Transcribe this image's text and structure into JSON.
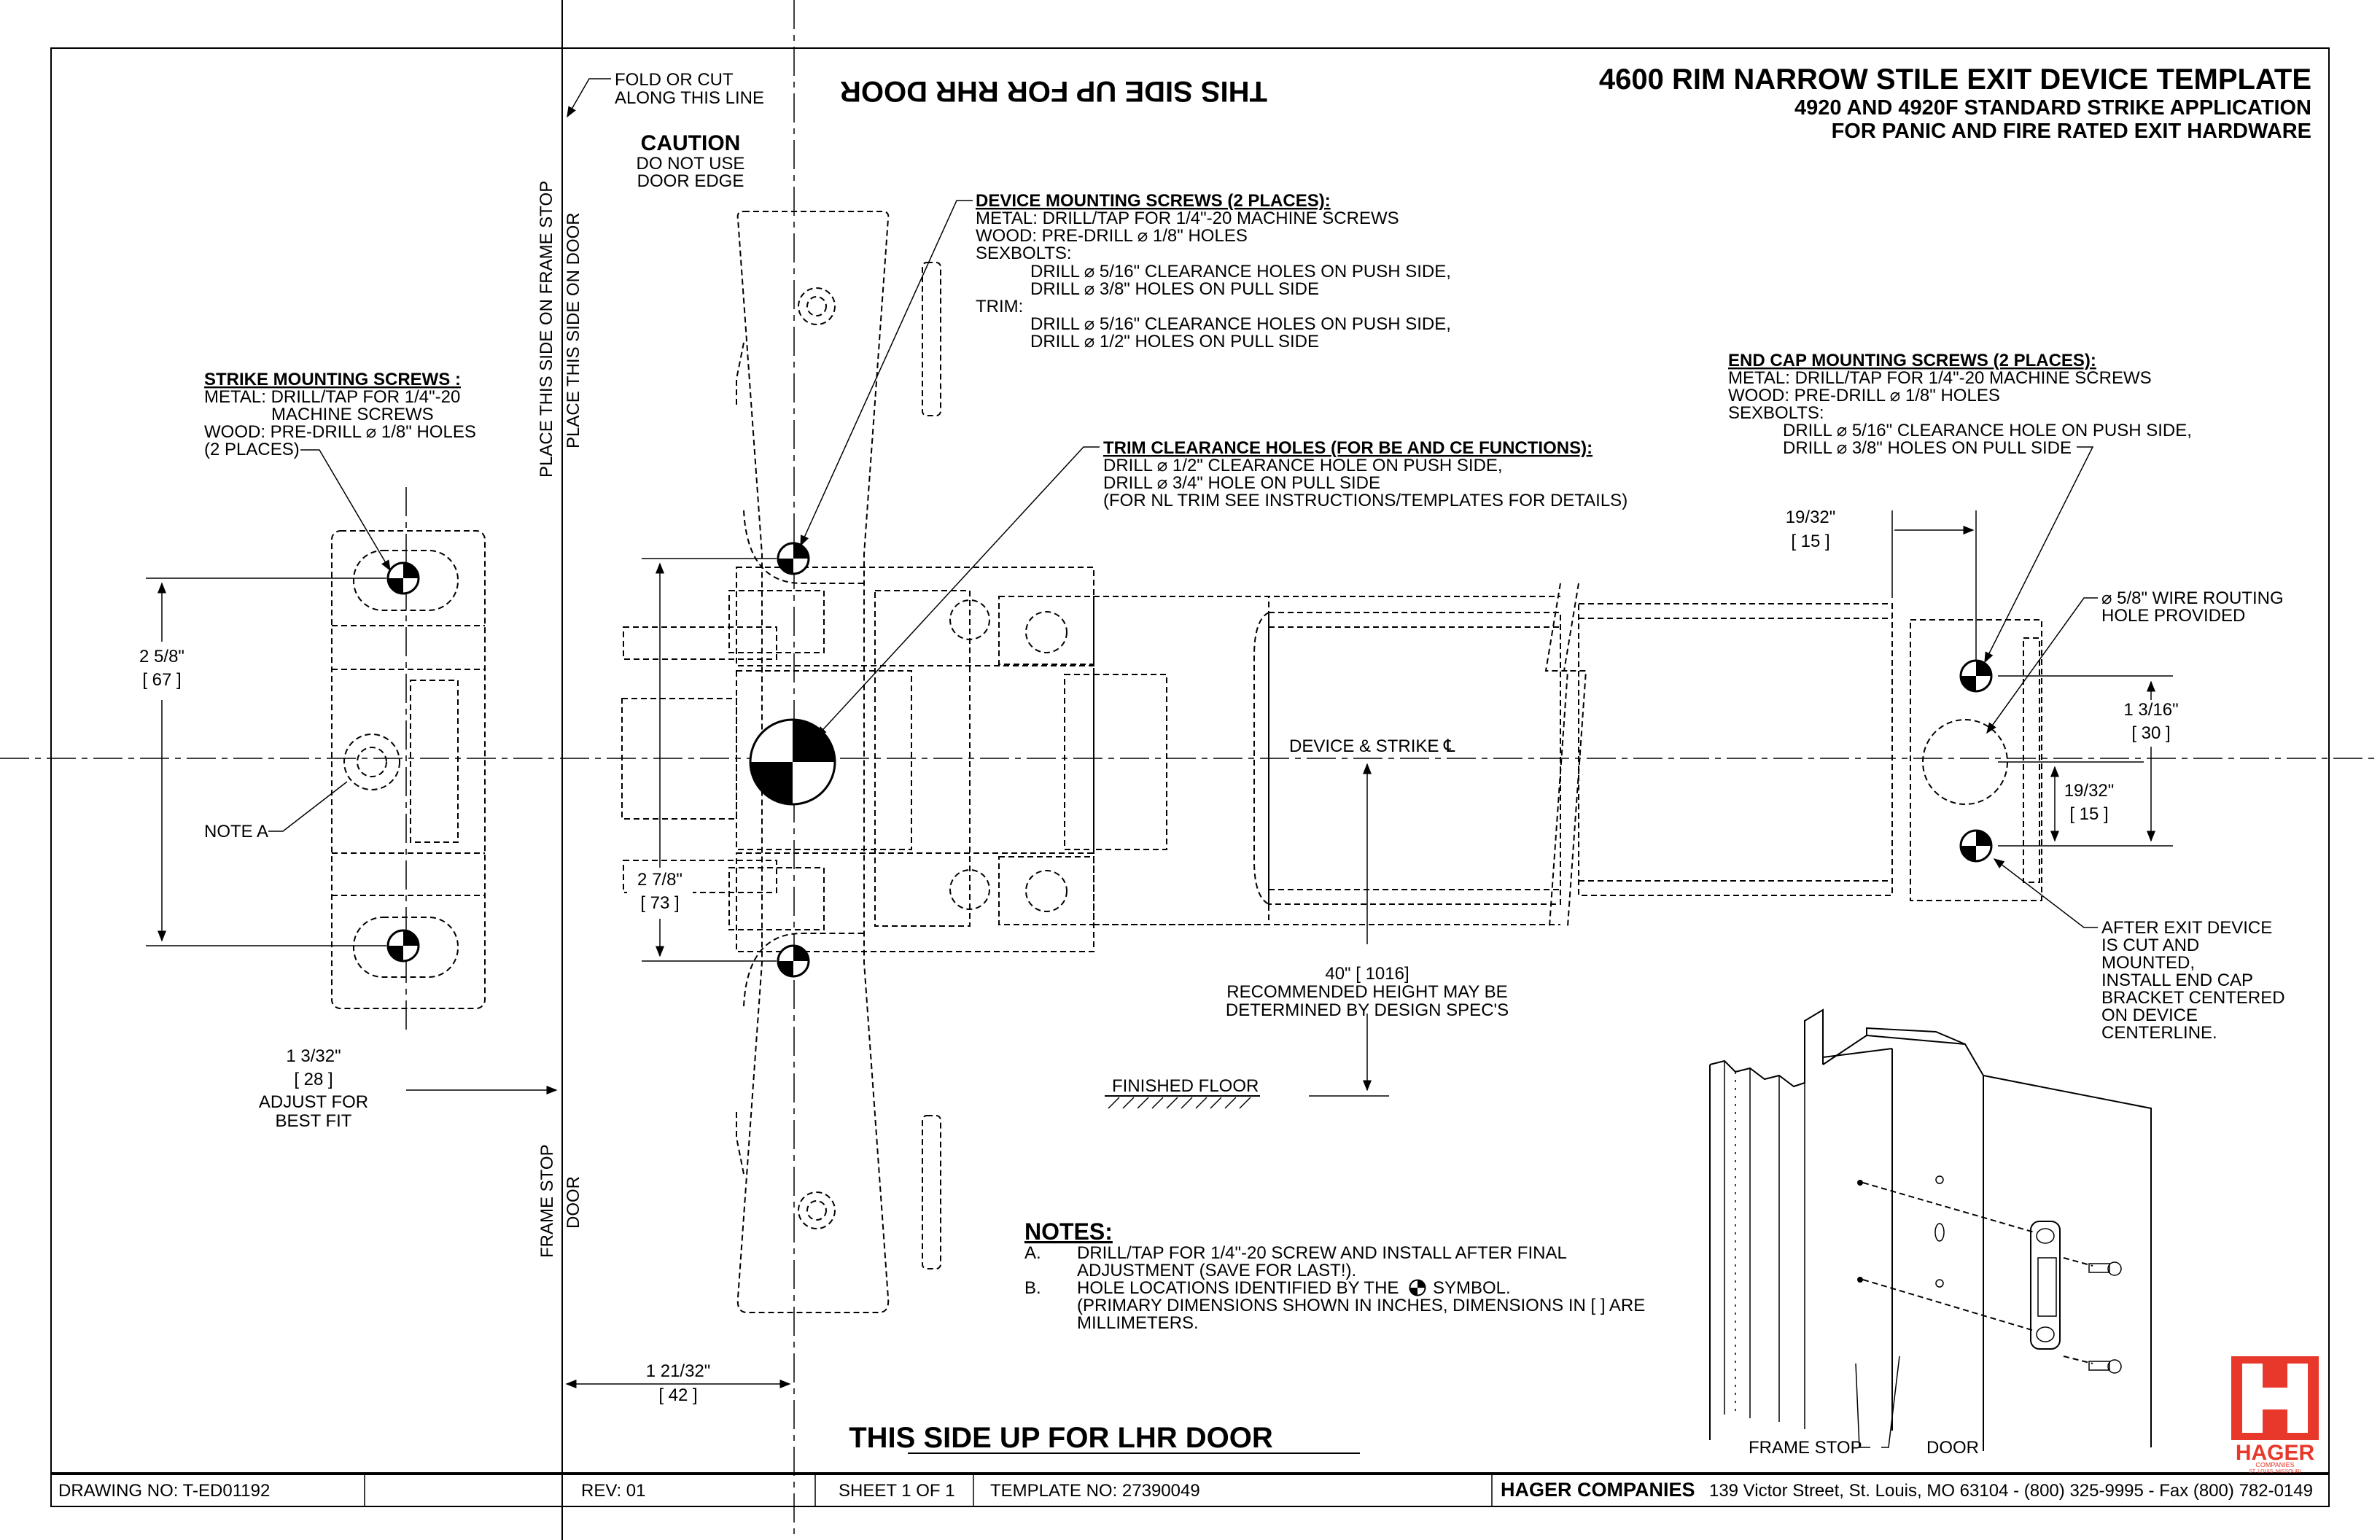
{
  "title": {
    "line1": "4600 RIM NARROW STILE EXIT DEVICE TEMPLATE",
    "line2": "4920 AND 4920F STANDARD STRIKE APPLICATION",
    "line3": "FOR PANIC AND FIRE RATED EXIT HARDWARE"
  },
  "fold": {
    "line1": "FOLD OR CUT",
    "line2": "ALONG THIS LINE"
  },
  "caution": {
    "heading": "CAUTION",
    "line1": "DO NOT USE",
    "line2": "DOOR EDGE"
  },
  "top_banner": "THIS SIDE UP FOR RHR DOOR",
  "bottom_banner": "THIS SIDE UP FOR LHR DOOR",
  "vertical": {
    "frame_stop_side": "PLACE THIS SIDE ON FRAME STOP",
    "door_side": "PLACE THIS SIDE ON DOOR",
    "frame_stop": "FRAME STOP",
    "door": "DOOR"
  },
  "strike_screws": {
    "heading": "STRIKE MOUNTING SCREWS :",
    "lines": [
      "METAL: DRILL/TAP FOR 1/4\"-20",
      "MACHINE SCREWS",
      "WOOD: PRE-DRILL ⌀ 1/8\" HOLES",
      "(2 PLACES)"
    ]
  },
  "device_screws": {
    "heading": "DEVICE MOUNTING SCREWS (2 PLACES):",
    "lines": [
      "METAL: DRILL/TAP FOR 1/4\"-20 MACHINE SCREWS",
      "WOOD: PRE-DRILL ⌀ 1/8\" HOLES",
      "SEXBOLTS:",
      "DRILL ⌀ 5/16\" CLEARANCE HOLES ON PUSH SIDE,",
      "DRILL ⌀ 3/8\" HOLES ON PULL SIDE",
      "TRIM:",
      "DRILL ⌀ 5/16\" CLEARANCE HOLES ON PUSH SIDE,",
      "DRILL ⌀ 1/2\" HOLES ON PULL SIDE"
    ]
  },
  "trim_holes": {
    "heading": "TRIM CLEARANCE HOLES (FOR BE AND CE FUNCTIONS):",
    "lines": [
      "DRILL ⌀ 1/2\" CLEARANCE HOLE ON PUSH SIDE,",
      "DRILL ⌀ 3/4\" HOLE ON PULL SIDE",
      "(FOR NL TRIM SEE INSTRUCTIONS/TEMPLATES FOR DETAILS)"
    ]
  },
  "end_cap_screws": {
    "heading": "END CAP MOUNTING SCREWS (2 PLACES):",
    "lines": [
      "METAL: DRILL/TAP FOR 1/4\"-20 MACHINE SCREWS",
      "WOOD: PRE-DRILL ⌀ 1/8\" HOLES",
      "SEXBOLTS:",
      "DRILL ⌀ 5/16\" CLEARANCE HOLE ON PUSH SIDE,",
      "DRILL ⌀ 3/8\" HOLES ON PULL SIDE"
    ]
  },
  "wire_hole": {
    "line1": "⌀ 5/8\" WIRE ROUTING",
    "line2": "HOLE PROVIDED"
  },
  "after_exit": [
    "AFTER EXIT DEVICE",
    "IS CUT AND",
    "MOUNTED,",
    "INSTALL END CAP",
    "BRACKET CENTERED",
    "ON DEVICE",
    "CENTERLINE."
  ],
  "device_strike_cl": "DEVICE & STRIKE ℄",
  "note_a": "NOTE A",
  "height": {
    "line1": "40\" [ 1016]",
    "line2": "RECOMMENDED HEIGHT MAY BE",
    "line3": "DETERMINED BY DESIGN SPEC'S"
  },
  "finished_floor": "FINISHED FLOOR",
  "dims": {
    "d2_5_8": "2 5/8\"",
    "d2_5_8_mm": "[ 67 ]",
    "d2_7_8": "2 7/8\"",
    "d2_7_8_mm": "[ 73 ]",
    "d1_3_32": "1 3/32\"",
    "d1_3_32_mm": "[ 28 ]",
    "adjust1": "ADJUST FOR",
    "adjust2": "BEST FIT",
    "d1_21_32": "1 21/32\"",
    "d1_21_32_mm": "[ 42 ]",
    "d19_32a": "19/32\"",
    "d19_32a_mm": "[ 15 ]",
    "d1_3_16": "1 3/16\"",
    "d1_3_16_mm": "[ 30 ]",
    "d19_32b": "19/32\"",
    "d19_32b_mm": "[ 15 ]"
  },
  "notes": {
    "heading": "NOTES:",
    "a_label": "A.",
    "a_lines": [
      "DRILL/TAP FOR 1/4\"-20 SCREW AND INSTALL AFTER FINAL",
      "ADJUSTMENT (SAVE FOR LAST!)."
    ],
    "b_label": "B.",
    "b_lines": [
      "HOLE LOCATIONS IDENTIFIED BY THE",
      "SYMBOL.",
      "(PRIMARY DIMENSIONS SHOWN IN INCHES, DIMENSIONS IN [ ] ARE",
      "MILLIMETERS."
    ]
  },
  "iso_labels": {
    "frame_stop": "FRAME STOP",
    "door": "DOOR"
  },
  "logo": {
    "name": "HAGER",
    "sub": "COMPANIES",
    "sub2": "ST. LOUIS, MISSOURI"
  },
  "footer": {
    "drawing_no": "DRAWING NO:  T-ED01192",
    "rev": "REV: 01",
    "sheet": "SHEET 1 OF 1",
    "template_no": "TEMPLATE NO: 27390049",
    "company": "HAGER COMPANIES",
    "address": "139 Victor Street, St. Louis, MO 63104 - (800) 325-9995 - Fax (800) 782-0149"
  },
  "colors": {
    "logo_red": "#e8382b"
  }
}
